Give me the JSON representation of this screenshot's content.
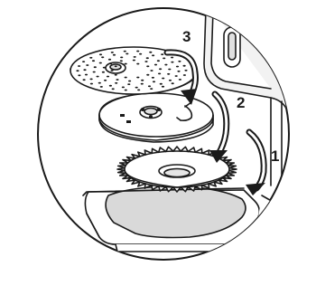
{
  "diagram": {
    "steps": [
      {
        "number": "1",
        "part": "serrated-base-ring"
      },
      {
        "number": "2",
        "part": "slicing-disc"
      },
      {
        "number": "3",
        "part": "grating-disc"
      }
    ],
    "style": {
      "line_color": "#1a1a1a",
      "tray_fill": "#d9d9d9",
      "background": "#ffffff"
    }
  }
}
